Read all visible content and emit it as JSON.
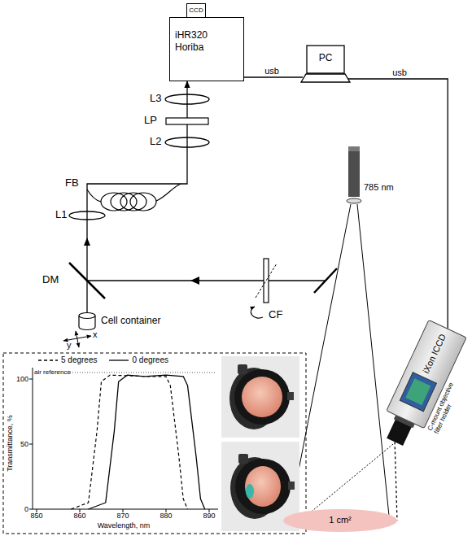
{
  "diagram": {
    "nodes": [
      {
        "text": [
          "CCD"
        ]
      },
      {
        "text": [
          "iHR320 Horiba"
        ]
      },
      {
        "text": [
          "PC"
        ]
      },
      {
        "text": [
          "iXon ICCD",
          "C-mount objective filter holder"
        ]
      },
      {
        "text": [
          "Cell container"
        ]
      },
      {
        "text": [
          "1 cm²"
        ]
      }
    ],
    "edges": [
      {
        "from": 1,
        "to": 2,
        "label": "usb",
        "arrow": "none"
      },
      {
        "from": 2,
        "to": 3,
        "label": "usb",
        "arrow": "none"
      },
      {
        "from": 4,
        "to": 1,
        "arrow": "to"
      },
      {
        "from": 3,
        "to": 5,
        "arrow": "none"
      }
    ],
    "labels": [
      "L3",
      "LP",
      "L2",
      "FB",
      "L1",
      "DM",
      "785 nm",
      "CF",
      "x",
      "y",
      "air reference",
      "Transmittance, %",
      "Wavelength, nm",
      "100",
      "50",
      "0",
      "850",
      "860",
      "870",
      "880",
      "890"
    ],
    "legend": [
      {
        "text": "5 degrees"
      },
      {
        "text": "0 degrees"
      }
    ]
  }
}
